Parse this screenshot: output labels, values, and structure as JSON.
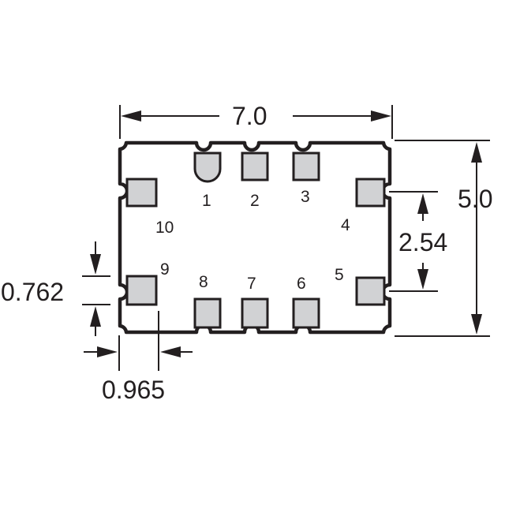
{
  "pins": [
    {
      "id": "1",
      "label": "1"
    },
    {
      "id": "2",
      "label": "2"
    },
    {
      "id": "3",
      "label": "3"
    },
    {
      "id": "4",
      "label": "4"
    },
    {
      "id": "5",
      "label": "5"
    },
    {
      "id": "6",
      "label": "6"
    },
    {
      "id": "7",
      "label": "7"
    },
    {
      "id": "8",
      "label": "8"
    },
    {
      "id": "9",
      "label": "9"
    },
    {
      "id": "10",
      "label": "10"
    }
  ],
  "dimensions": {
    "width": "7.0",
    "height": "5.0",
    "pitch_vertical": "2.54",
    "pad_height": "0.762",
    "pad_offset": "0.965"
  },
  "colors": {
    "outline": "#231f20",
    "pad_fill": "#d1d2d4"
  }
}
